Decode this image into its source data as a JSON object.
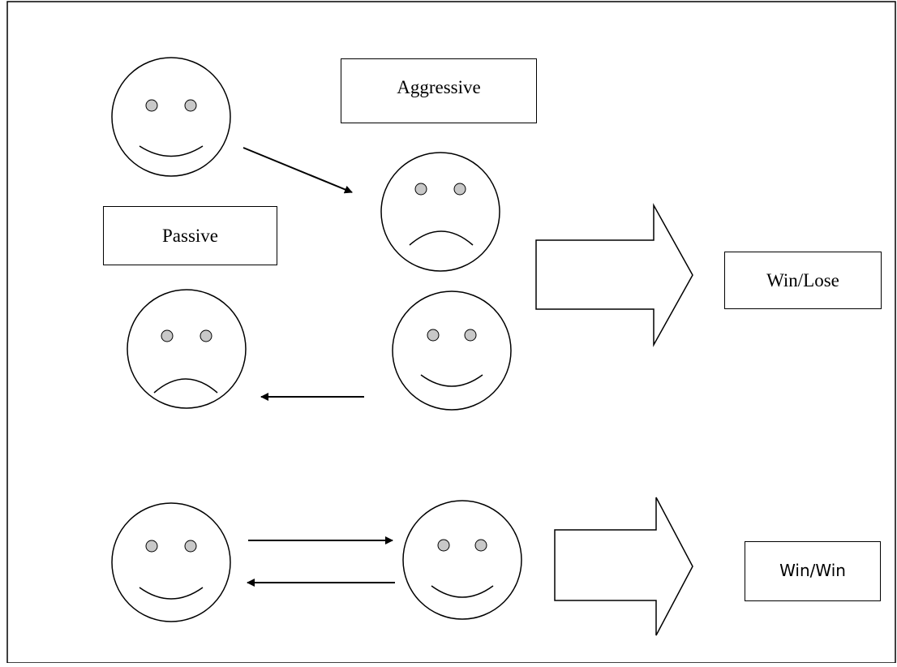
{
  "labels": {
    "aggressive": "Aggressive",
    "passive": "Passive",
    "win_lose": "Win/Lose",
    "win_win": "Win/Win"
  },
  "faces": [
    {
      "id": "face-aggressor",
      "mood": "happy"
    },
    {
      "id": "face-aggressive-target",
      "mood": "sad"
    },
    {
      "id": "face-passive",
      "mood": "sad"
    },
    {
      "id": "face-passive-other",
      "mood": "happy"
    },
    {
      "id": "face-win-win-left",
      "mood": "happy"
    },
    {
      "id": "face-win-win-right",
      "mood": "happy"
    }
  ],
  "colors": {
    "stroke": "#000000",
    "eye_fill": "#c8c8c8",
    "background": "#ffffff"
  }
}
